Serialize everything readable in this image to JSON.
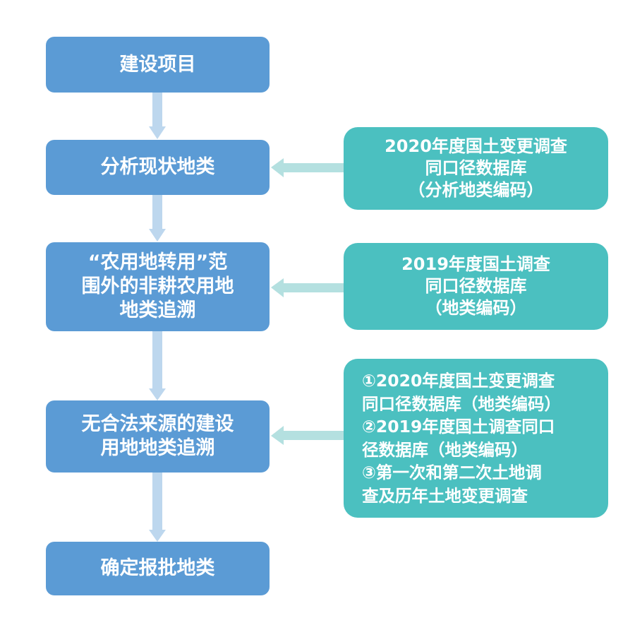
{
  "colors": {
    "step_fill": "#5b9bd5",
    "source_fill": "#4bc0c0",
    "arrow_vertical": "#bdd7ee",
    "arrow_horizontal": "#b4e0e0",
    "text": "#ffffff"
  },
  "steps": [
    {
      "lines": [
        "建设项目"
      ]
    },
    {
      "lines": [
        "分析现状地类"
      ]
    },
    {
      "lines": [
        "“农用地转用”范",
        "围外的非耕农用地",
        "地类追溯"
      ]
    },
    {
      "lines": [
        "无合法来源的建设",
        "用地地类追溯"
      ]
    },
    {
      "lines": [
        "确定报批地类"
      ]
    }
  ],
  "sources": [
    {
      "lines": [
        "2020年度国土变更调查",
        "同口径数据库",
        "（分析地类编码）"
      ]
    },
    {
      "lines": [
        "2019年度国土调查",
        "同口径数据库",
        "（地类编码）"
      ]
    },
    {
      "lines": [
        "①2020年度国土变更调查",
        "同口径数据库（地类编码）",
        "②2019年度国土调查同口",
        "径数据库（地类编码）",
        "③第一次和第二次土地调",
        "查及历年土地变更调查"
      ]
    }
  ]
}
